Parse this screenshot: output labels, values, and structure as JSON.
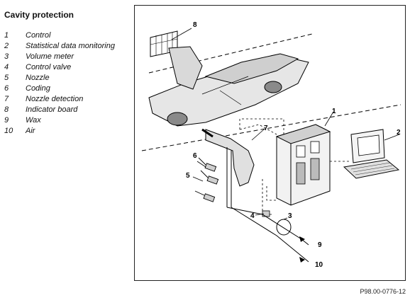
{
  "title": "Cavity protection",
  "legend": [
    {
      "num": "1",
      "label": "Control"
    },
    {
      "num": "2",
      "label": "Statistical data monitoring"
    },
    {
      "num": "3",
      "label": "Volume meter"
    },
    {
      "num": "4",
      "label": "Control valve"
    },
    {
      "num": "5",
      "label": "Nozzle"
    },
    {
      "num": "6",
      "label": "Coding"
    },
    {
      "num": "7",
      "label": "Nozzle detection"
    },
    {
      "num": "8",
      "label": "Indicator board"
    },
    {
      "num": "9",
      "label": "Wax"
    },
    {
      "num": "10",
      "label": "Air"
    }
  ],
  "callouts": {
    "c1": "1",
    "c2": "2",
    "c3": "3",
    "c4": "4",
    "c5": "5",
    "c6": "6",
    "c7": "7",
    "c8": "8",
    "c9": "9",
    "c10": "10"
  },
  "figure_code": "P98.00-0776-12"
}
